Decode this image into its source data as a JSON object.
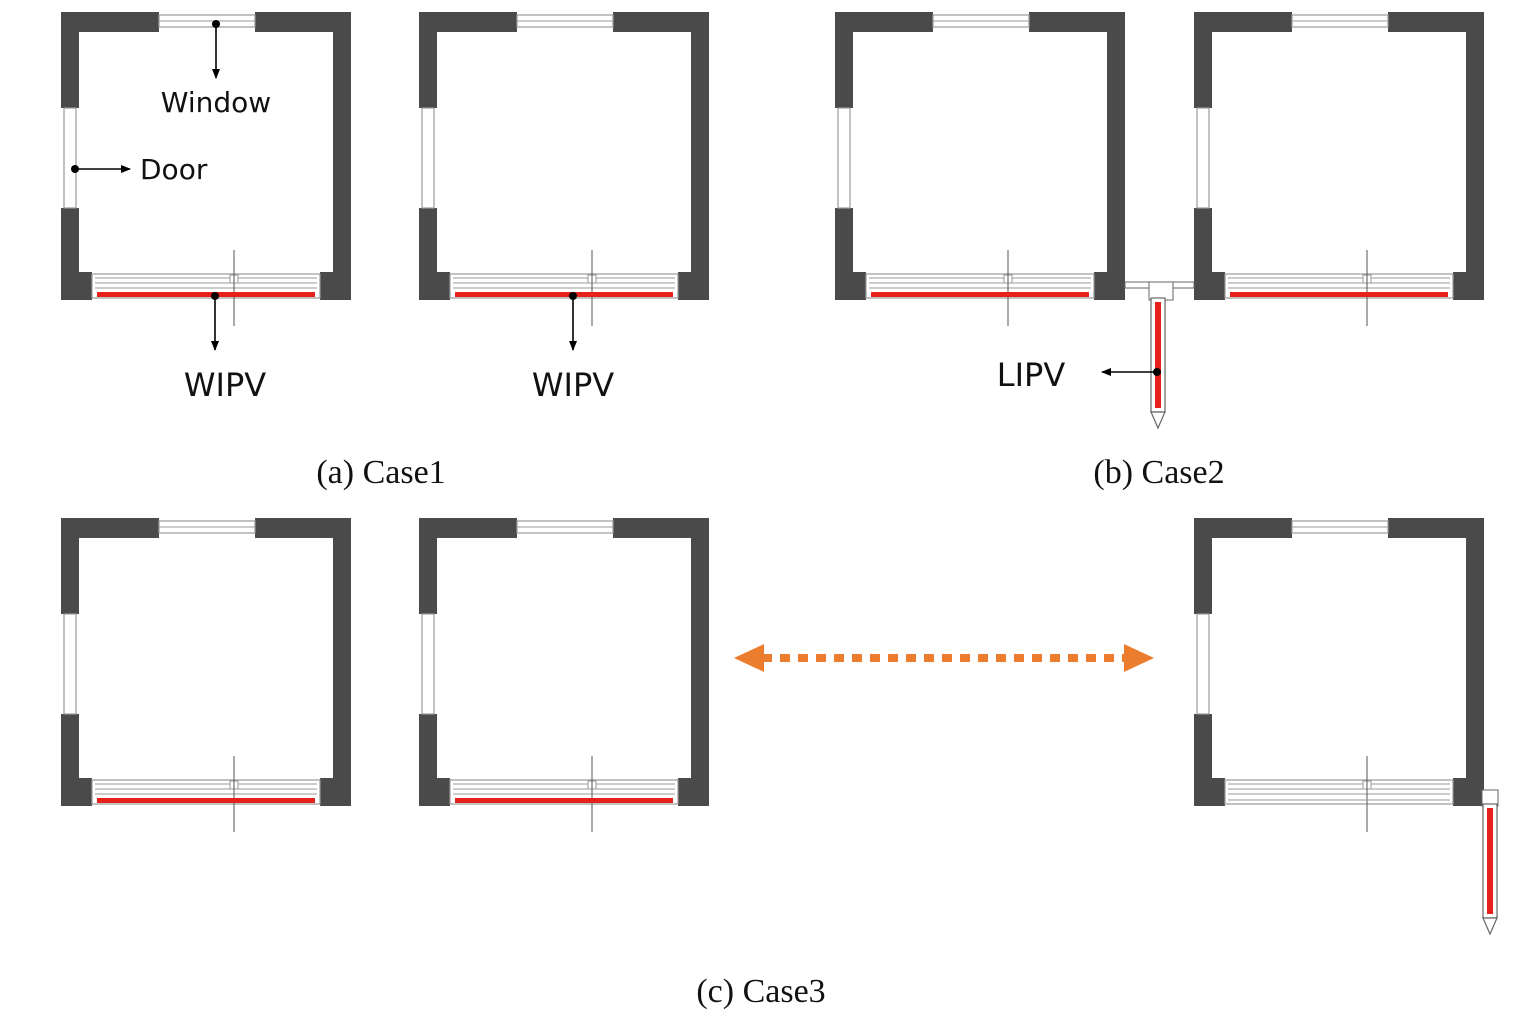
{
  "annotations": {
    "window": "Window",
    "door": "Door",
    "wipv": "WIPV",
    "lipv": "LIPV"
  },
  "captions": {
    "case1": "(a) Case1",
    "case2": "(b) Case2",
    "case3": "(c) Case3"
  },
  "colors": {
    "wall": "#4a4a4a",
    "pv": "#e8201a",
    "arrow": "#ec7d2f",
    "frame": "#9a9a9a"
  }
}
